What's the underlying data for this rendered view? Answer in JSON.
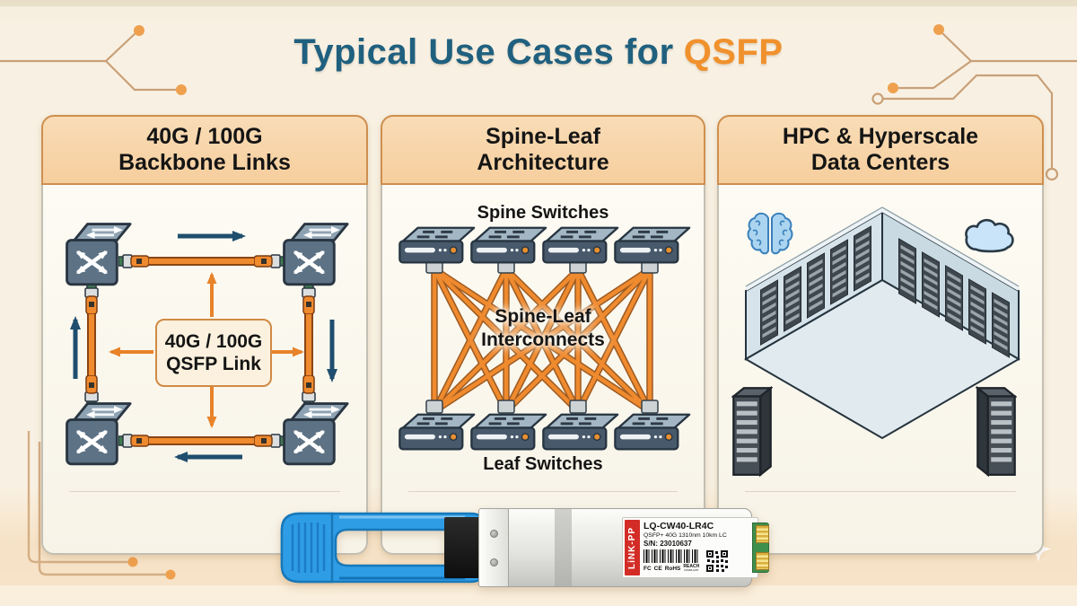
{
  "title": {
    "prefix": "Typical Use Cases for",
    "highlight": "QSFP"
  },
  "panels": {
    "backbone": {
      "header": "40G / 100G\nBackbone Links",
      "link_label": "40G / 100G\nQSFP Link"
    },
    "spineleaf": {
      "header": "Spine-Leaf\nArchitecture",
      "spine_label": "Spine Switches",
      "interconnect_label": "Spine-Leaf\nInterconnects",
      "leaf_label": "Leaf Switches"
    },
    "hpc": {
      "header": "HPC & Hyperscale\nData Centers"
    }
  },
  "transceiver": {
    "brand": "LiNK-PP",
    "model": "LQ-CW40-LR4C",
    "spec": "QSFP+ 40G 1310nm 10km LC",
    "serial": "S/N: 23010637",
    "marks": [
      "FC",
      "CE",
      "RoHS",
      "REACH"
    ],
    "reach_sub": "COMPLIANT"
  },
  "colors": {
    "title_blue": "#20607F",
    "accent_orange": "#F0912D",
    "cable_orange": "#EF8A2E",
    "arrow_blue": "#1F4E6E",
    "panel_header_bg": "#F6CE9D",
    "panel_border_orange": "#CE8F4F",
    "background_cream": "#F8F1E3",
    "background_peach": "#F6E2C6",
    "module_blue_tab": "#2F9DE6",
    "label_red": "#D32C26"
  },
  "icons": {
    "backbone_switch": "crossbar-switch-cube-icon",
    "rack_switch": "rack-switch-icon",
    "brain": "brain-icon",
    "cloud": "cloud-icon",
    "sparkle": "sparkle-icon",
    "circuit_trace": "circuit-trace-decoration"
  }
}
